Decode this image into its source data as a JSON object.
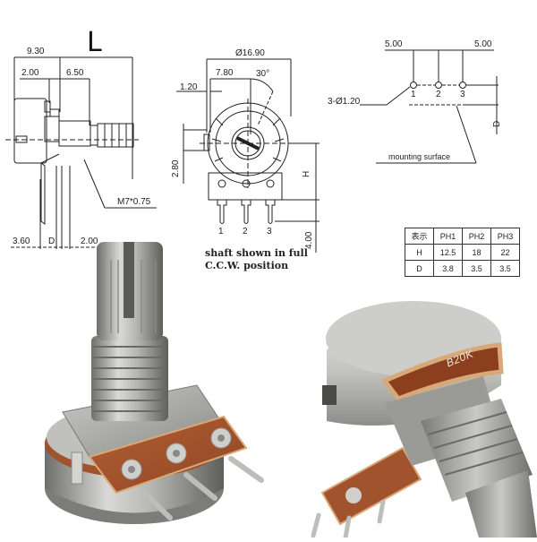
{
  "title_letter": "L",
  "side_view": {
    "dimensions": {
      "overall_body": "9.30",
      "bushing_offset": "2.00",
      "shaft_section": "6.50",
      "thread_callout": "M7*0.75",
      "pin_offset": "3.60",
      "d_label": "D",
      "shaft_end": "2.00"
    }
  },
  "front_view": {
    "dimensions": {
      "diameter": "Ø16.90",
      "center_offset": "7.80",
      "angle": "30°",
      "tab_width": "1.20",
      "tab_height": "2.80",
      "h_label": "H",
      "pin_length": "4.00"
    },
    "pin_labels": [
      "1",
      "2",
      "3"
    ],
    "note_line1": "shaft shown in full",
    "note_line2": "C.C.W. position"
  },
  "pcb_layout": {
    "dimensions": {
      "left_pitch": "5.00",
      "right_pitch": "5.00",
      "hole_diameter": "3-Ø1.20",
      "d_label": "D"
    },
    "pin_labels": [
      "1",
      "2",
      "3"
    ],
    "mounting_label": "mounting surface"
  },
  "spec_table": {
    "header": [
      "表示",
      "PH1",
      "PH2",
      "PH3"
    ],
    "rows": [
      [
        "H",
        "12.5",
        "18",
        "22"
      ],
      [
        "D",
        "3.8",
        "3.5",
        "3.5"
      ]
    ]
  },
  "photos": {
    "upright_potentiometer": {
      "description": "Rotary potentiometer with knurled split shaft, threaded bushing, brown PCB with 3 solder pins"
    },
    "angled_potentiometer": {
      "description": "Potentiometer viewed from the side showing metal can and resistance marking",
      "marking": "B20K"
    }
  },
  "colors": {
    "line": "#222222",
    "metal_light": "#d9d9d6",
    "metal_mid": "#a9a9a5",
    "metal_dark": "#6e6e6a",
    "pcb_brown": "#a0532c",
    "pcb_tan": "#d8a878"
  }
}
